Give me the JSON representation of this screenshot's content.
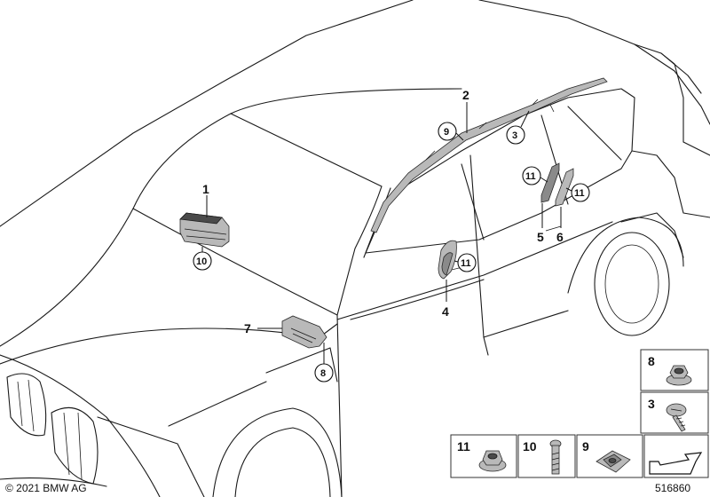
{
  "callouts": {
    "c1": "1",
    "c2": "2",
    "c3": "3",
    "c4": "4",
    "c5": "5",
    "c6": "6",
    "c7": "7",
    "c8": "8",
    "c9": "9",
    "c10": "10",
    "c11a": "11",
    "c11b": "11",
    "c11c": "11"
  },
  "circled": {
    "c9": "9",
    "c3": "3",
    "c11a": "11",
    "c11b": "11",
    "c11c": "11",
    "c10": "10",
    "c8": "8"
  },
  "legend": {
    "b8": "8",
    "b3": "3",
    "b11": "11",
    "b10": "10",
    "b9": "9"
  },
  "footer": {
    "copyright": "© 2021 BMW AG",
    "diagram_number": "516860"
  }
}
